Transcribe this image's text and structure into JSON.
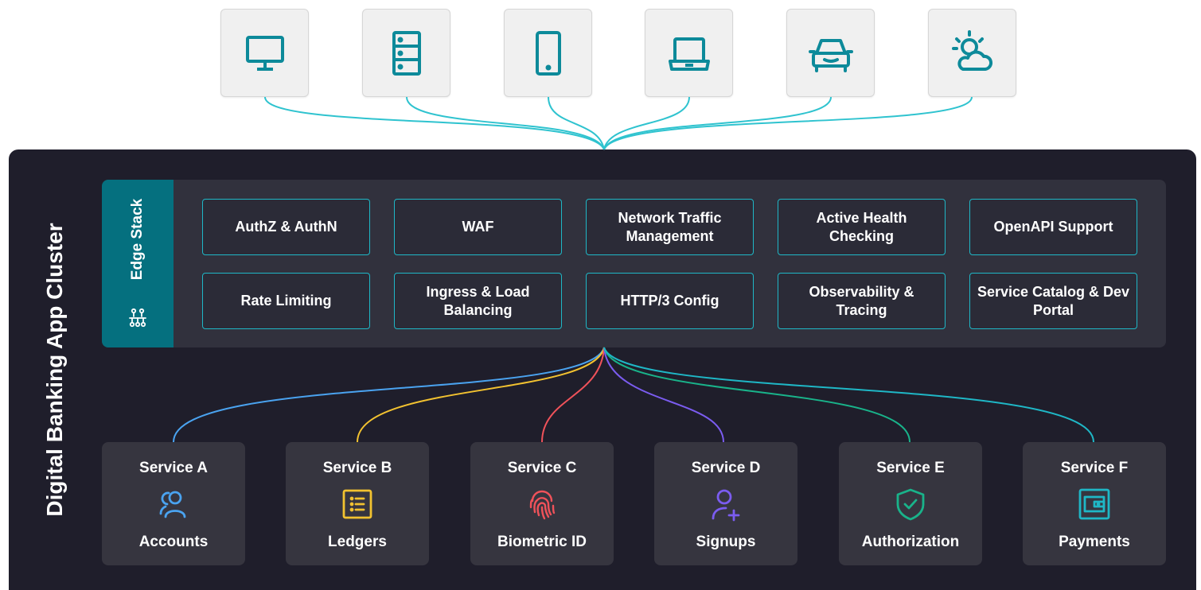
{
  "cluster": {
    "title": "Digital Banking App Cluster"
  },
  "devices": [
    {
      "icon": "desktop-monitor-icon"
    },
    {
      "icon": "server-rack-icon"
    },
    {
      "icon": "tablet-icon"
    },
    {
      "icon": "laptop-icon"
    },
    {
      "icon": "car-icon"
    },
    {
      "icon": "weather-cloud-sun-icon"
    }
  ],
  "edge_stack": {
    "label": "Edge Stack",
    "icon": "network-hierarchy-icon",
    "features": [
      {
        "label": "AuthZ & AuthN"
      },
      {
        "label": "WAF"
      },
      {
        "label": "Network Traffic Management"
      },
      {
        "label": "Active Health Checking"
      },
      {
        "label": "OpenAPI Support"
      },
      {
        "label": "Rate Limiting"
      },
      {
        "label": "Ingress & Load Balancing"
      },
      {
        "label": "HTTP/3 Config"
      },
      {
        "label": "Observability & Tracing"
      },
      {
        "label": "Service Catalog & Dev Portal"
      }
    ]
  },
  "services": [
    {
      "name": "Service A",
      "label": "Accounts",
      "icon": "users-icon",
      "color": "#4aa3f0"
    },
    {
      "name": "Service B",
      "label": "Ledgers",
      "icon": "ledger-list-icon",
      "color": "#f2c230"
    },
    {
      "name": "Service C",
      "label": "Biometric ID",
      "icon": "fingerprint-icon",
      "color": "#f0525a"
    },
    {
      "name": "Service D",
      "label": "Signups",
      "icon": "user-add-icon",
      "color": "#7b5cf0"
    },
    {
      "name": "Service E",
      "label": "Authorization",
      "icon": "shield-check-icon",
      "color": "#19b38a"
    },
    {
      "name": "Service F",
      "label": "Payments",
      "icon": "wallet-icon",
      "color": "#1fb7c6"
    }
  ],
  "colors": {
    "accent": "#1fb7c6",
    "cluster_bg": "#1f1e2b",
    "panel_bg": "#31313d",
    "edge_tab": "#05707f",
    "device_icon": "#0d8a9a"
  }
}
